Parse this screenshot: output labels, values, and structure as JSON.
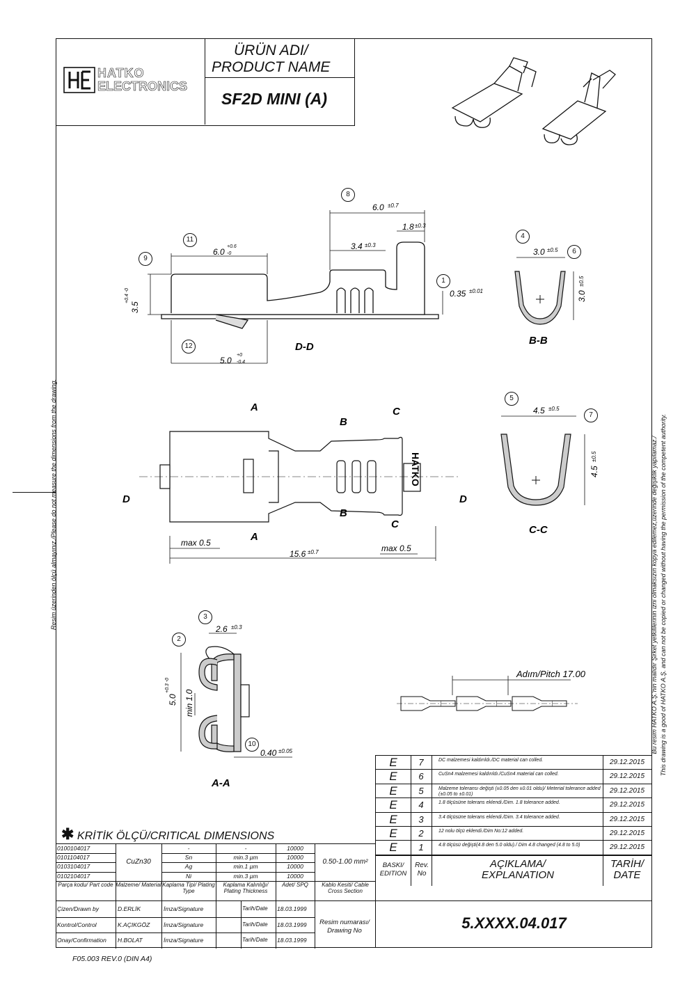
{
  "header": {
    "logo_line1": "HATKO",
    "logo_line2": "ELECTRONICS",
    "product_name_label_1": "ÜRÜN ADI/",
    "product_name_label_2": "PRODUCT NAME",
    "product_name": "SF2D MINI (A)"
  },
  "side_notes": {
    "left": "Resim üzerinden ölçü almayınız./Please do not measure the dimensions from the drawing.",
    "right_1": "Bu resim HATKO A.Ş.'nin malıdır Şirket yetkililerinin izni olmaksızın kopya edilemez,üzerinde değişiklik yapılamaz./",
    "right_2": "This drawing is a good of HATKO A.Ş. and can not be copied or changed without having the permission of the competent authority."
  },
  "views": {
    "dd": {
      "label": "D-D",
      "dims": {
        "d8": "6.0",
        "d8_tol": "±0.7",
        "d4": "1.8",
        "d4_tol": "±0.3",
        "d3": "3.4",
        "d3_tol": "±0.3",
        "d11": "6.0",
        "d11_tol_up": "+0.6",
        "d11_tol_dn": "-0",
        "d9": "3.5",
        "d9_tol": "+0.4 -0",
        "d1": "0.35",
        "d1_tol": "±0.01",
        "d12_val": "5.0",
        "d12_tol_up": "+0",
        "d12_tol_dn": "-0.4"
      }
    },
    "bb": {
      "label": "B-B",
      "w": "3.0",
      "w_tol": "±0.5",
      "h": "3.0",
      "h_tol": "±0.5"
    },
    "cc": {
      "label": "C-C",
      "w": "4.5",
      "w_tol": "±0.5",
      "h": "4.5",
      "h_tol": "±0.5"
    },
    "top": {
      "section_a": "A",
      "section_b": "B",
      "section_c": "C",
      "section_d": "D",
      "max_left": "max 0.5",
      "max_right": "max 0.5",
      "length": "15.6",
      "length_tol": "±0.7",
      "stamp": "HATKO"
    },
    "aa": {
      "label": "A-A",
      "d3": "2.6",
      "d3_tol": "±0.3",
      "h": "5.0",
      "h_tol": "+0.3 -0",
      "min": "min 1.0",
      "t": "0.40",
      "t_tol": "±0.05"
    },
    "strip": {
      "pitch": "Adım/Pitch 17.00"
    }
  },
  "balloons": [
    "1",
    "2",
    "3",
    "4",
    "5",
    "6",
    "7",
    "8",
    "9",
    "10",
    "11",
    "12"
  ],
  "critical": "KRİTİK ÖLÇÜ/CRITICAL DIMENSIONS",
  "revisions": [
    {
      "edition": "E",
      "no": "7",
      "text": "DC malzemesi kaldırıldı./DC material can colled.",
      "date": "29.12.2015"
    },
    {
      "edition": "E",
      "no": "6",
      "text": "CuSn4 malzemesi kaldırıldı./CuSn4 material can colled.",
      "date": "29.12.2015"
    },
    {
      "edition": "E",
      "no": "5",
      "text": "Malzeme toleransı değişti (±0.05 den ±0.01 oldu)/ Meterial tolerance added (±0.05 to ±0.01)",
      "date": "29.12.2015"
    },
    {
      "edition": "E",
      "no": "4",
      "text": "1.8 ölçüsüne tolerans eklendi./Dim. 1.8 tolerance added.",
      "date": "29.12.2015"
    },
    {
      "edition": "E",
      "no": "3",
      "text": "3.4 ölçüsüne tolerans eklendi./Dim. 3.4 tolerance added.",
      "date": "29.12.2015"
    },
    {
      "edition": "E",
      "no": "2",
      "text": "12 nolu ölçü eklendi./Dim No:12 added.",
      "date": "29.12.2015"
    },
    {
      "edition": "E",
      "no": "1",
      "text": "4.8 ölçüsü değişti(4.8 den 5.0 oldu)./ Dim 4.8 changed (4.8 to 5.0)",
      "date": "29.12.2015"
    }
  ],
  "rev_header": {
    "edition": "BASKI/ EDITION",
    "rev": "Rev. No",
    "explanation_1": "AÇIKLAMA/",
    "explanation_2": "EXPLANATION",
    "date_1": "TARİH/",
    "date_2": "DATE"
  },
  "parts": {
    "codes": [
      "0100104017",
      "0101104017",
      "0103104017",
      "0102104017"
    ],
    "material": "CuZn30",
    "plating": [
      "-",
      "Sn",
      "Ag",
      "Ni"
    ],
    "thickness": [
      "-",
      "min.3 µm",
      "min.1 µm",
      "min.3 µm"
    ],
    "spq": [
      "10000",
      "10000",
      "10000",
      "10000"
    ],
    "cable": "0.50-1.00 mm²",
    "headers": [
      "Parça kodu/ Part code",
      "Malzeme/ Material",
      "Kaplama Tipi/ Plating Type",
      "Kaplama Kalınlığı/ Plating Thickness",
      "Adet/ SPQ",
      "Kablo Kesiti/ Cable Cross Section"
    ]
  },
  "signoff": [
    {
      "role": "Çizen/Drawn by",
      "name": "D.ERLİK",
      "sig": "İmza/Signature",
      "date_label": "Tarih/Date",
      "date": "18.03.1999"
    },
    {
      "role": "Kontrol/Control",
      "name": "K.AÇIKGÖZ",
      "sig": "İmza/Signature",
      "date_label": "Tarih/Date",
      "date": "18.03.1999"
    },
    {
      "role": "Onay/Confirmation",
      "name": "H.BOLAT",
      "sig": "İmza/Signature",
      "date_label": "Tarih/Date",
      "date": "18.03.1999"
    }
  ],
  "drawing_no_label": "Resim numarası/ Drawing No",
  "drawing_no": "5.XXXX.04.017",
  "form_code": "F05.003  REV.0  (DIN A4)"
}
